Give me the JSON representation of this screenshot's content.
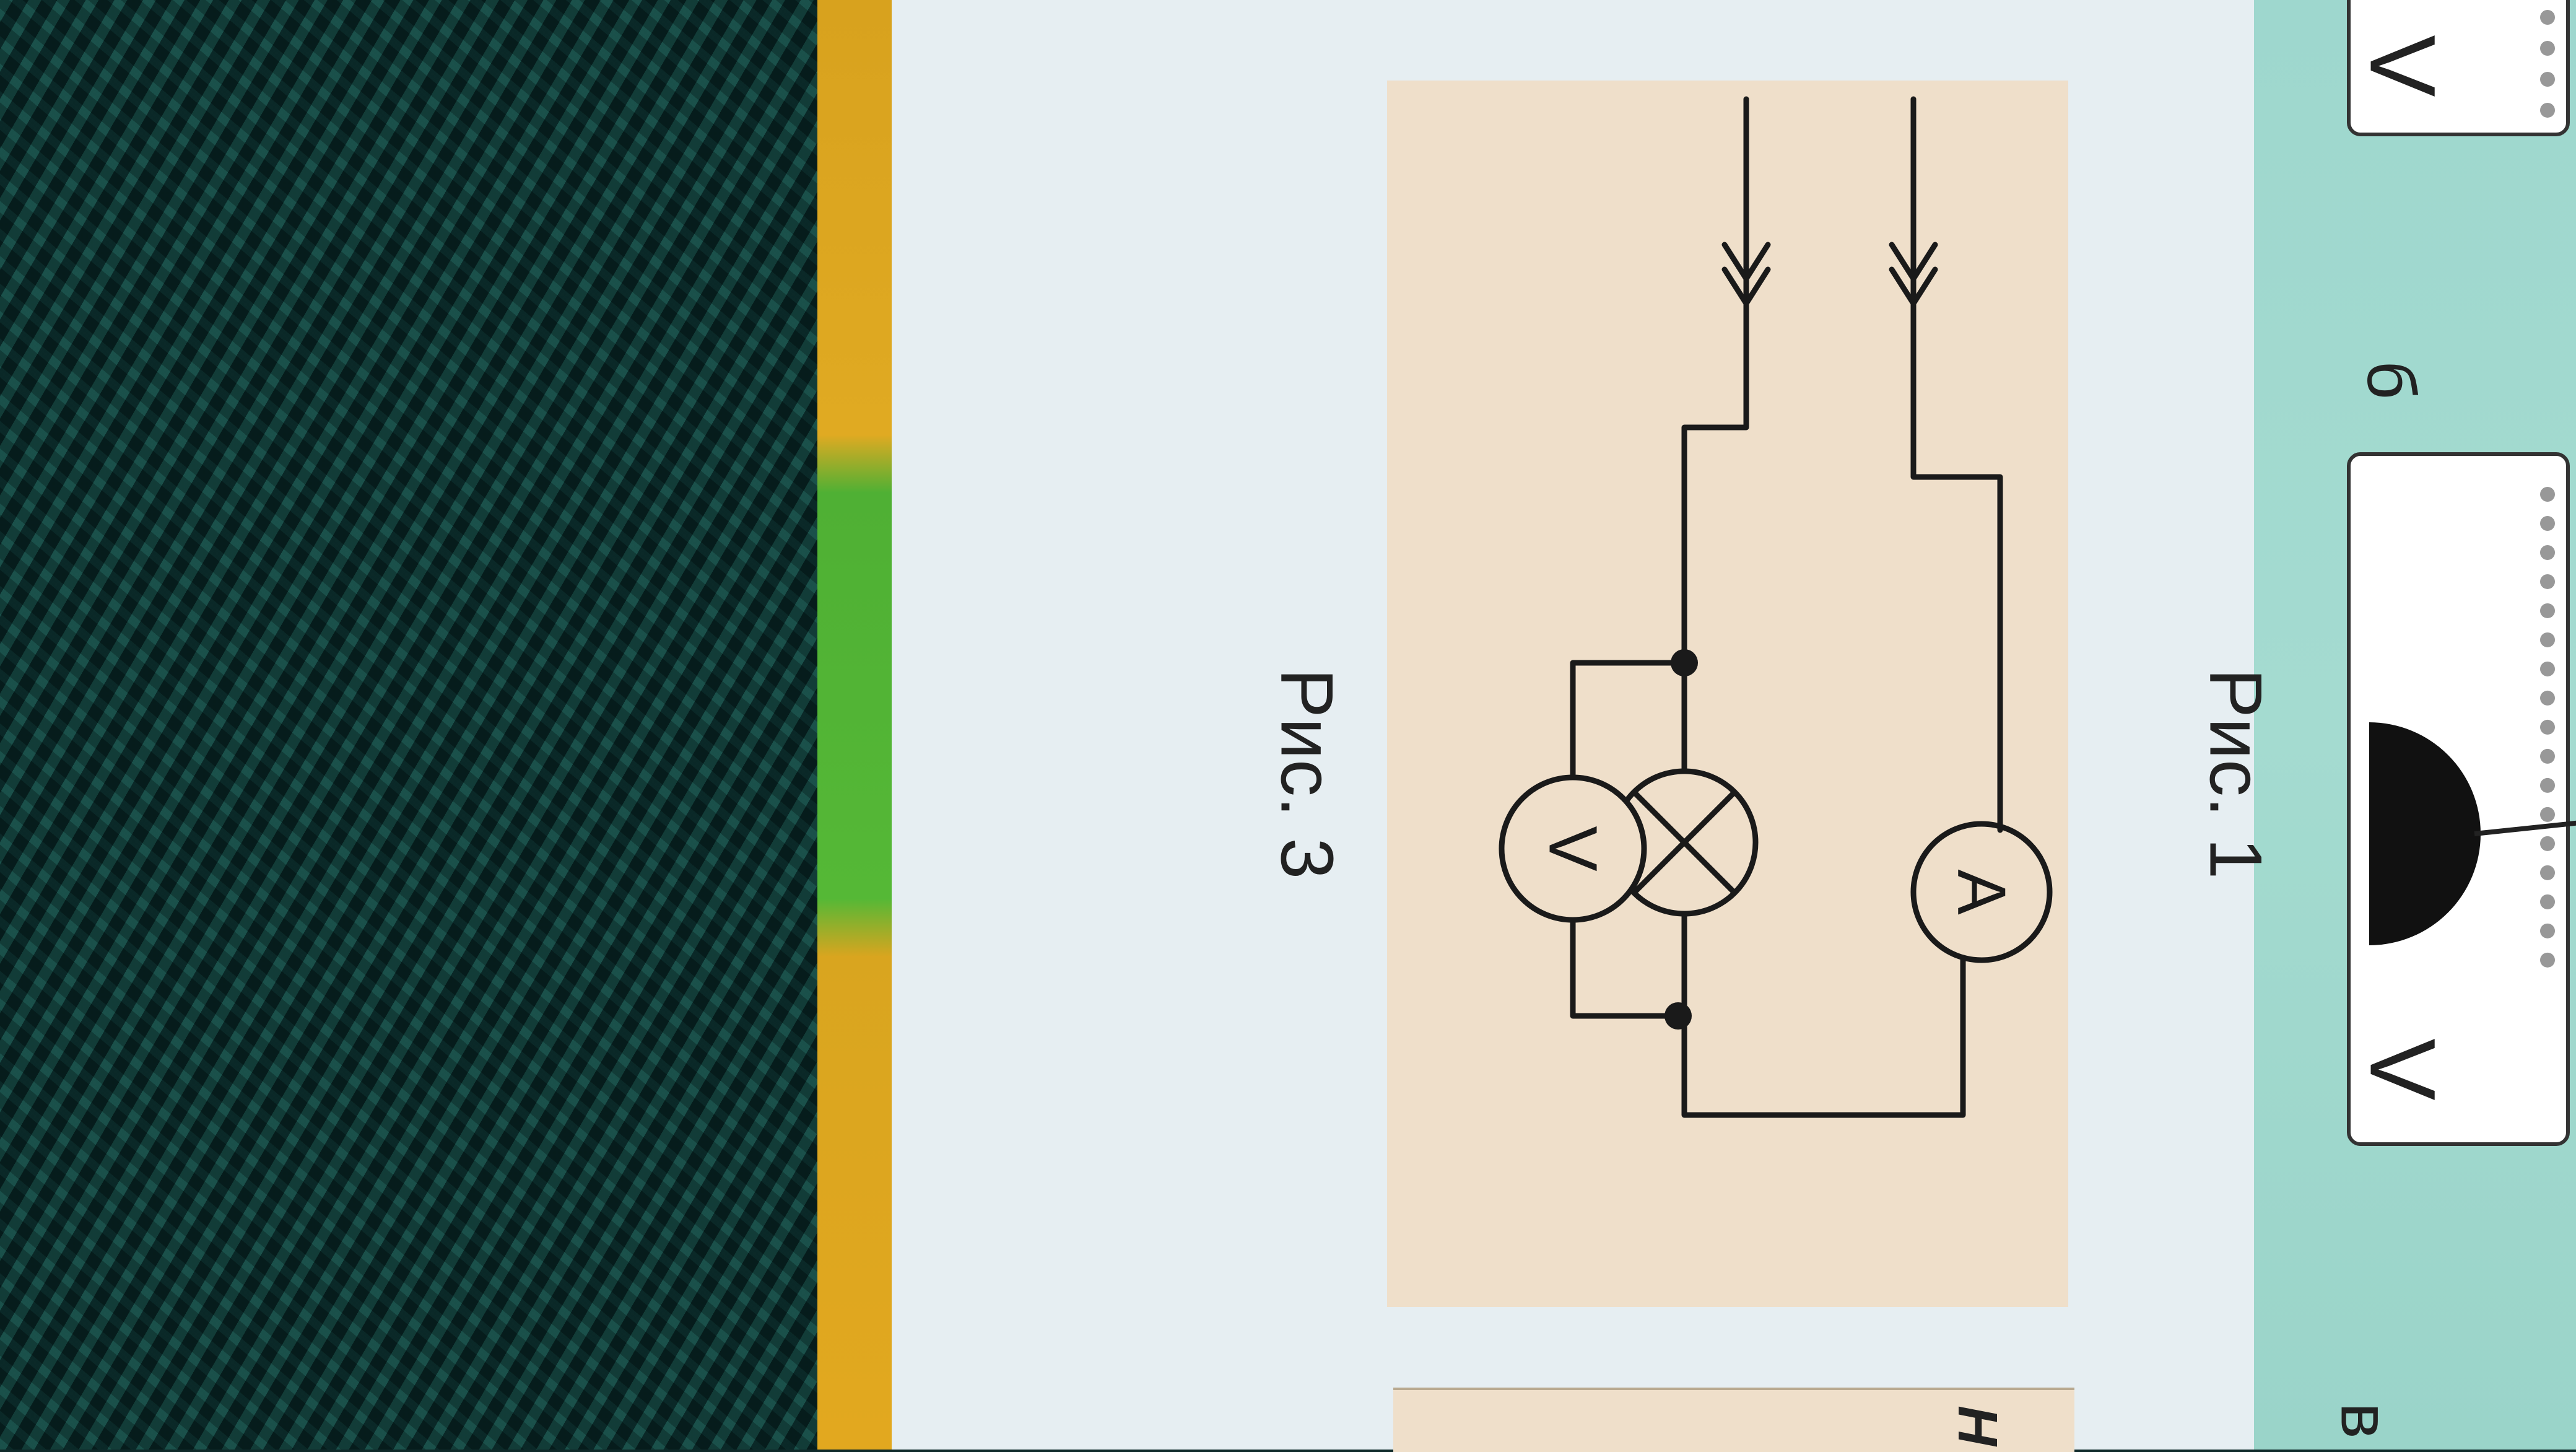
{
  "figure_captions": {
    "fig1": "Рис. 1",
    "fig3": "Рис. 3"
  },
  "circuit": {
    "ammeter_label": "A",
    "voltmeter_label": "V",
    "lamp": "lamp-symbol"
  },
  "meters": {
    "top_label": "V",
    "mid_label": "V"
  },
  "side_letters": {
    "b": "б",
    "v": "в"
  },
  "bottom_strip_letter": "Н"
}
